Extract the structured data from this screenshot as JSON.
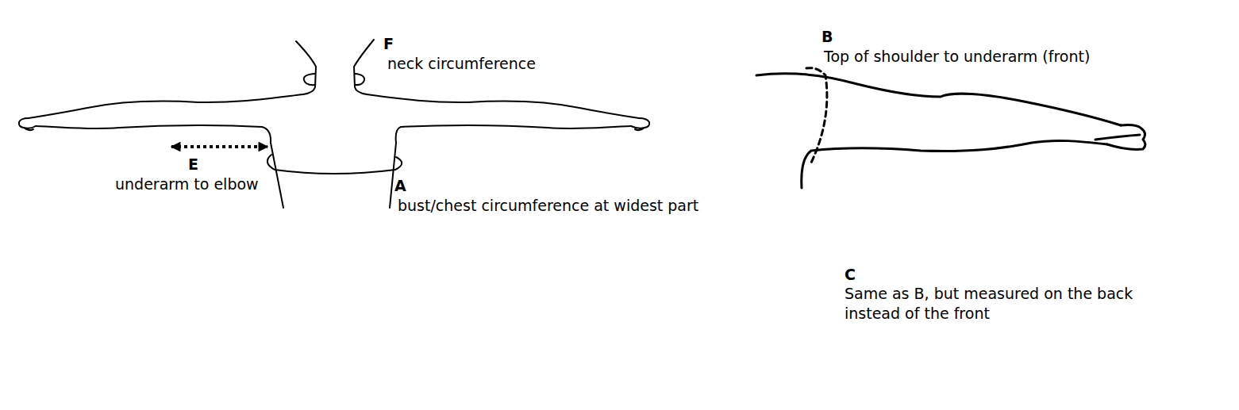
{
  "diagram": {
    "labels": [
      "F",
      "neck circumference",
      "E",
      "underarm to elbow",
      "A",
      "bust/chest circumference at widest part",
      "B",
      "Top of shoulder to underarm (front)",
      "C",
      "Same as B, but measured on the back instead of the front"
    ]
  }
}
